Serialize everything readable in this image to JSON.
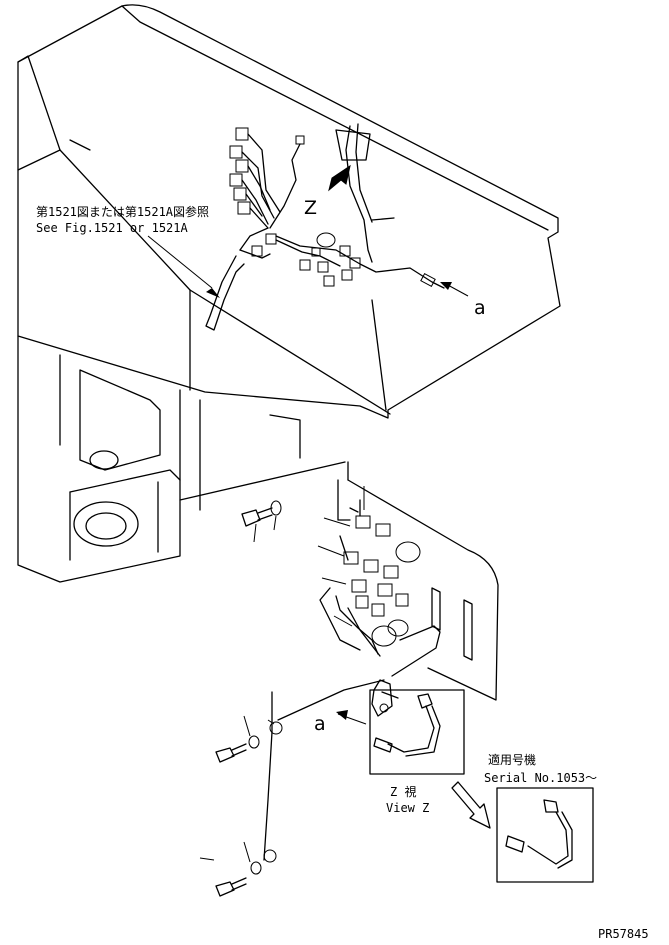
{
  "callout_ref": {
    "line1": "第1521図または第1521A図参照",
    "line2": "See Fig.1521 or 1521A"
  },
  "view_label": "Z",
  "arrow_label_top": "a",
  "arrow_label_mid": "a",
  "view_z": {
    "line1": "Z  視",
    "line2": "View Z"
  },
  "serial": {
    "line1": "適用号機",
    "line2": "Serial No.1053～"
  },
  "part_number": "PR57845"
}
